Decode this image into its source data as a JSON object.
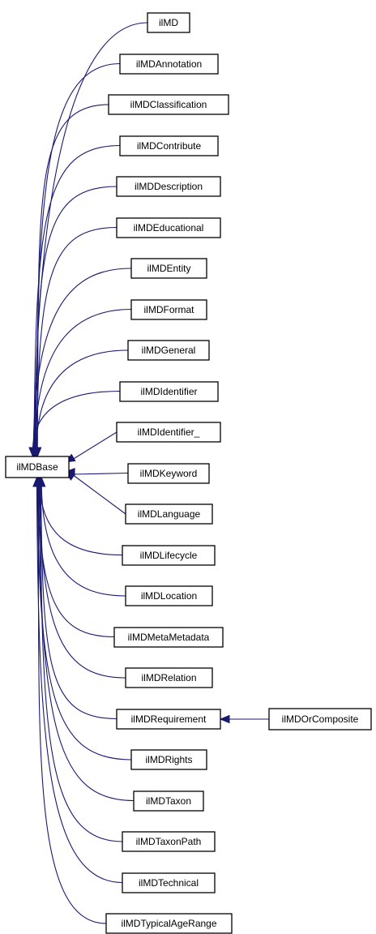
{
  "diagram": {
    "base": {
      "label": "ilMDBase"
    },
    "children": [
      {
        "id": "ilmd",
        "label": "ilMD"
      },
      {
        "id": "ilmdannotation",
        "label": "ilMDAnnotation"
      },
      {
        "id": "ilmdclassification",
        "label": "ilMDClassification"
      },
      {
        "id": "ilmdcontribute",
        "label": "ilMDContribute"
      },
      {
        "id": "ilmddescription",
        "label": "ilMDDescription"
      },
      {
        "id": "ilmdeducational",
        "label": "ilMDEducational"
      },
      {
        "id": "ilmdentity",
        "label": "ilMDEntity"
      },
      {
        "id": "ilmdformat",
        "label": "ilMDFormat"
      },
      {
        "id": "ilmdgeneral",
        "label": "ilMDGeneral"
      },
      {
        "id": "ilmdidentifier",
        "label": "ilMDIdentifier"
      },
      {
        "id": "ilmdidentifier-underscore",
        "label": "ilMDIdentifier_"
      },
      {
        "id": "ilmdkeyword",
        "label": "ilMDKeyword"
      },
      {
        "id": "ilmdlanguage",
        "label": "ilMDLanguage"
      },
      {
        "id": "ilmdlifecycle",
        "label": "ilMDLifecycle"
      },
      {
        "id": "ilmdlocation",
        "label": "ilMDLocation"
      },
      {
        "id": "ilmdmetametadata",
        "label": "ilMDMetaMetadata"
      },
      {
        "id": "ilmdrelation",
        "label": "ilMDRelation"
      },
      {
        "id": "ilmdrequirement",
        "label": "ilMDRequirement"
      },
      {
        "id": "ilmdrights",
        "label": "ilMDRights"
      },
      {
        "id": "ilmdtaxon",
        "label": "ilMDTaxon"
      },
      {
        "id": "ilmdtaxonpath",
        "label": "ilMDTaxonPath"
      },
      {
        "id": "ilmdtechnical",
        "label": "ilMDTechnical"
      },
      {
        "id": "ilmdtypicalagerange",
        "label": "ilMDTypicalAgeRange"
      }
    ],
    "grandchild": {
      "label": "ilMDOrComposite",
      "parent": "ilMDRequirement"
    },
    "colors": {
      "edge": "#191970",
      "node_border": "#000000",
      "node_fill": "#ffffff"
    }
  }
}
